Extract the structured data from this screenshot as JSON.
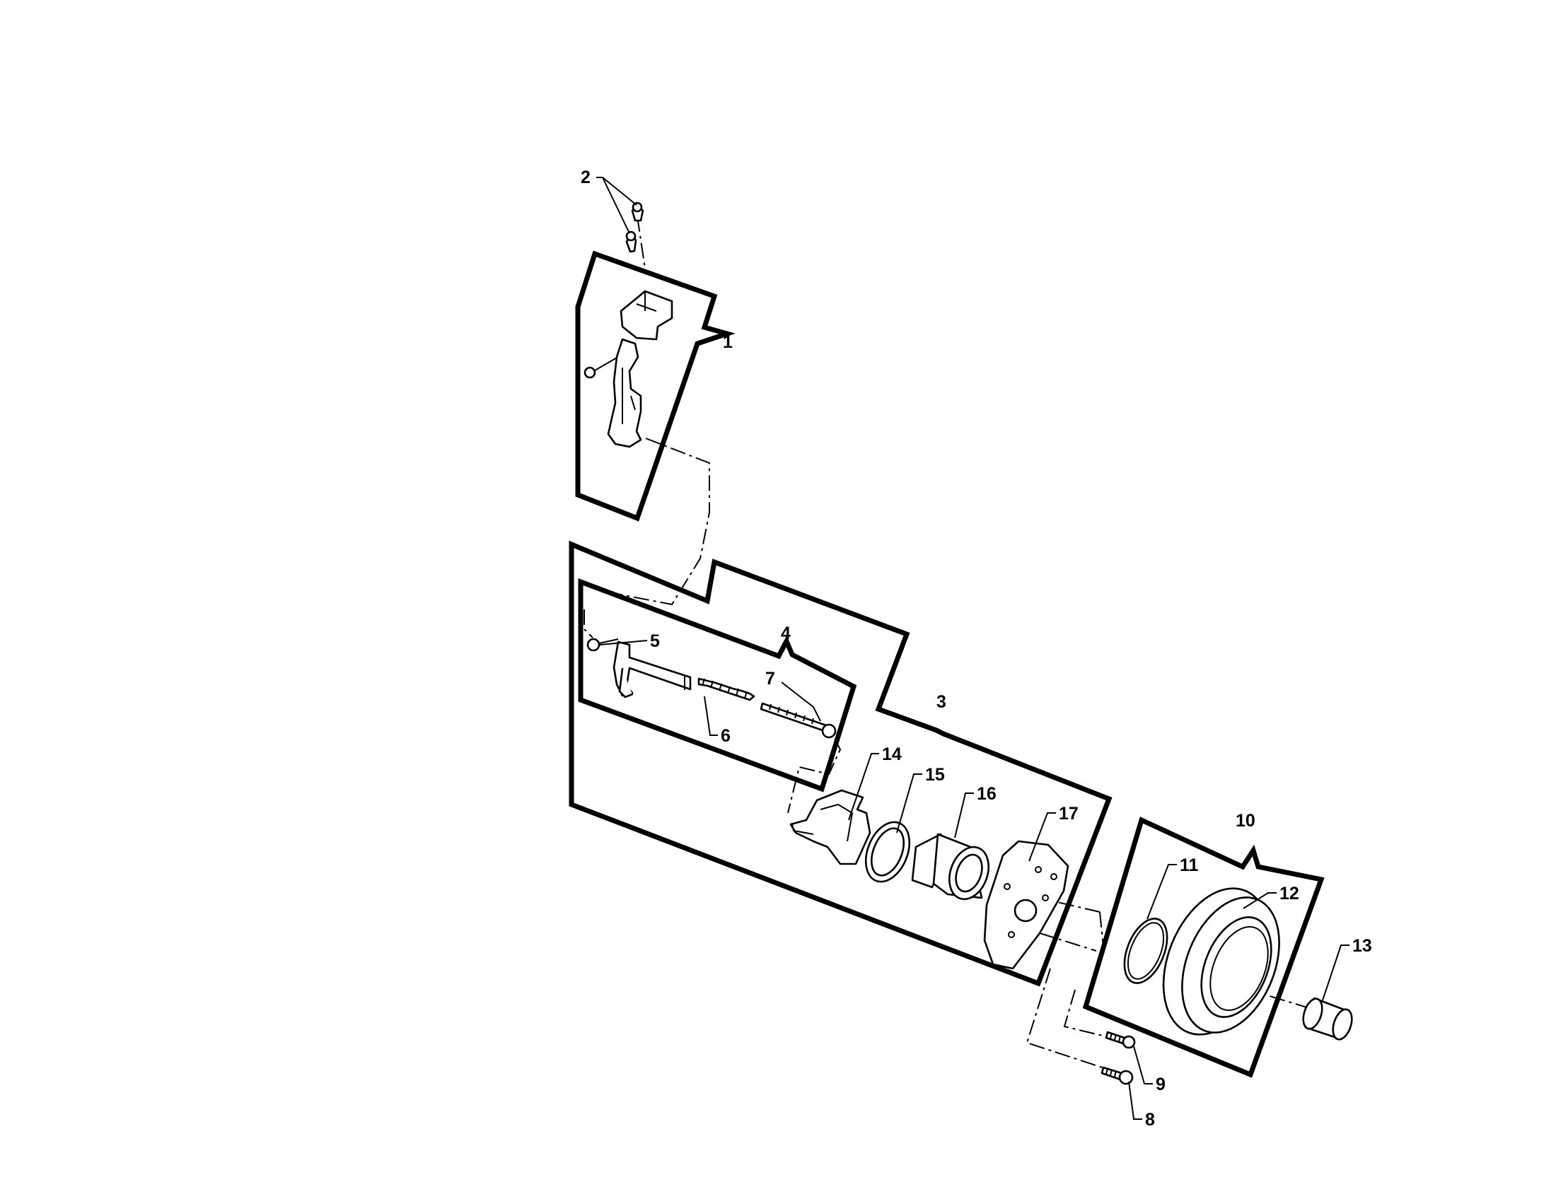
{
  "diagram": {
    "type": "exploded-parts-view",
    "callouts": {
      "c1": "1",
      "c2": "2",
      "c3": "3",
      "c4": "4",
      "c5": "5",
      "c6": "6",
      "c7": "7",
      "c8": "8",
      "c9": "9",
      "c10": "10",
      "c11": "11",
      "c12": "12",
      "c13": "13",
      "c14": "14",
      "c15": "15",
      "c16": "16",
      "c17": "17"
    }
  }
}
